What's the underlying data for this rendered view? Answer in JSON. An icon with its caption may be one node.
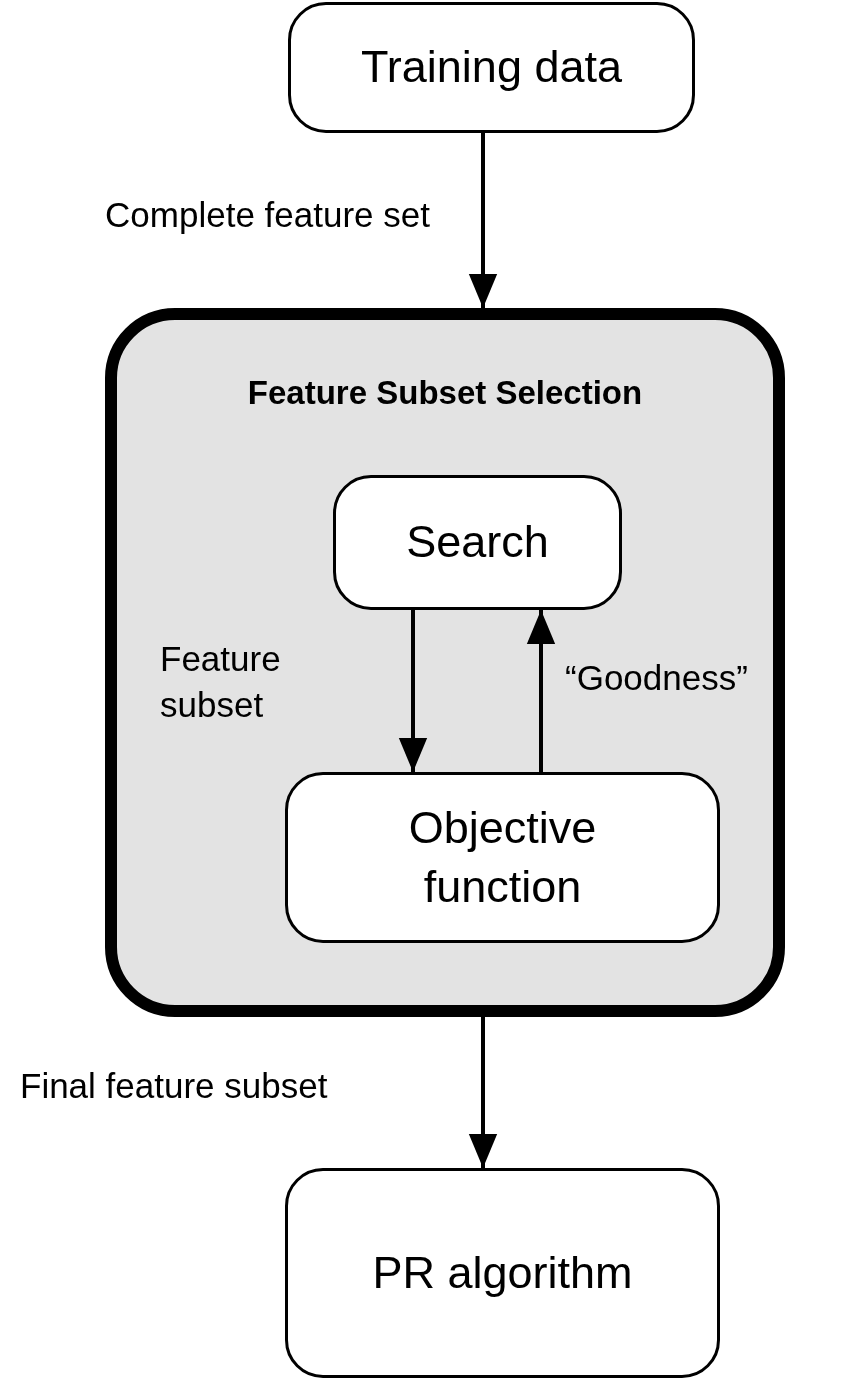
{
  "diagram": {
    "nodes": [
      {
        "text": [
          "Training data"
        ]
      },
      {
        "text": [
          "Feature Subset Selection"
        ]
      },
      {
        "text": [
          "Search"
        ],
        "in": 1
      },
      {
        "text": [
          "Objective function"
        ],
        "in": 1
      },
      {
        "text": [
          "PR algorithm"
        ]
      }
    ],
    "edges": [
      {
        "from": 0,
        "to": 1,
        "arrow": "to",
        "label": "Complete feature set"
      },
      {
        "from": 2,
        "to": 3,
        "arrow": "to",
        "label": "Feature subset"
      },
      {
        "from": 3,
        "to": 2,
        "arrow": "to",
        "label": "“Goodness”"
      },
      {
        "from": 1,
        "to": 4,
        "arrow": "to",
        "label": "Final feature subset"
      }
    ]
  }
}
